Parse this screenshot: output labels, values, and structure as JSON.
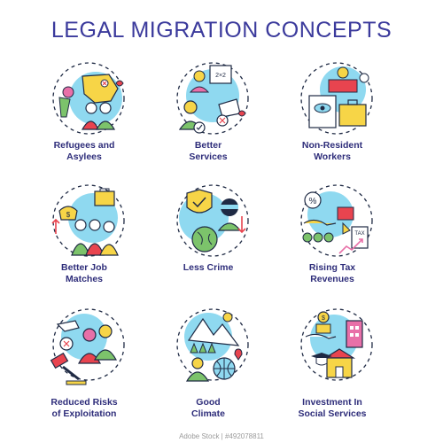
{
  "title": "LEGAL MIGRATION CONCEPTS",
  "concepts": [
    {
      "label": "Refugees and\nAsylees",
      "icon": "refugees-icon"
    },
    {
      "label": "Better\nServices",
      "icon": "better-services-icon"
    },
    {
      "label": "Non-Resident\nWorkers",
      "icon": "non-resident-workers-icon"
    },
    {
      "label": "Better Job\nMatches",
      "icon": "job-matches-icon"
    },
    {
      "label": "Less Crime",
      "icon": "less-crime-icon"
    },
    {
      "label": "Rising Tax\nRevenues",
      "icon": "tax-revenues-icon"
    },
    {
      "label": "Reduced Risks\nof Exploitation",
      "icon": "reduced-exploitation-icon"
    },
    {
      "label": "Good\nClimate",
      "icon": "good-climate-icon"
    },
    {
      "label": "Investment In\nSocial Services",
      "icon": "social-investment-icon"
    }
  ],
  "watermark": "Adobe Stock | #492078811",
  "colors": {
    "title": "#3b3a9c",
    "circle_fill": "#8fd9f0",
    "outline": "#1f2a44",
    "accent_yellow": "#f7d547",
    "accent_red": "#e8444f",
    "accent_green": "#7cc36b",
    "accent_pink": "#e870a8"
  }
}
